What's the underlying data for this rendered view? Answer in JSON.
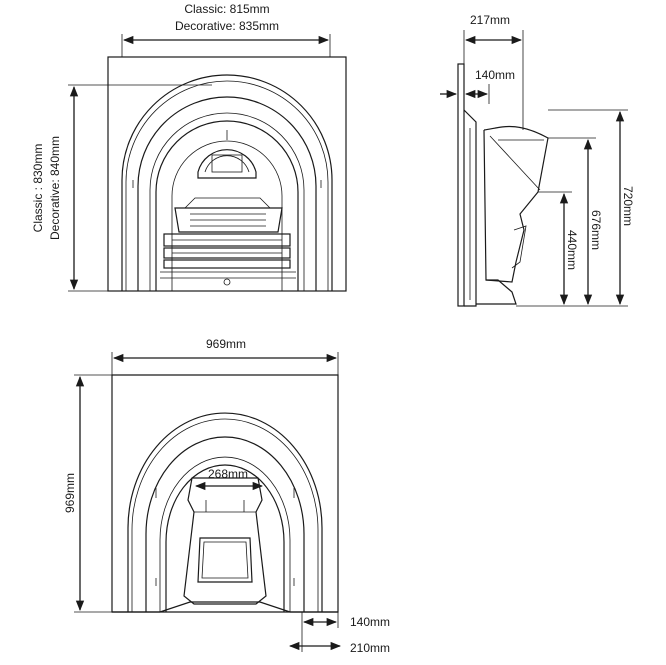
{
  "front_view": {
    "width_classic": "Classic: 815mm",
    "width_decorative": "Decorative: 835mm",
    "height_classic": "Classic : 830mm",
    "height_decorative": "Decorative: 840mm"
  },
  "side_view": {
    "depth_total": "217mm",
    "depth_front": "140mm",
    "height_720": "720mm",
    "height_676": "676mm",
    "height_440": "440mm"
  },
  "plan_view": {
    "width": "969mm",
    "height": "969mm",
    "opening": "268mm",
    "depth_140": "140mm",
    "depth_210": "210mm"
  }
}
